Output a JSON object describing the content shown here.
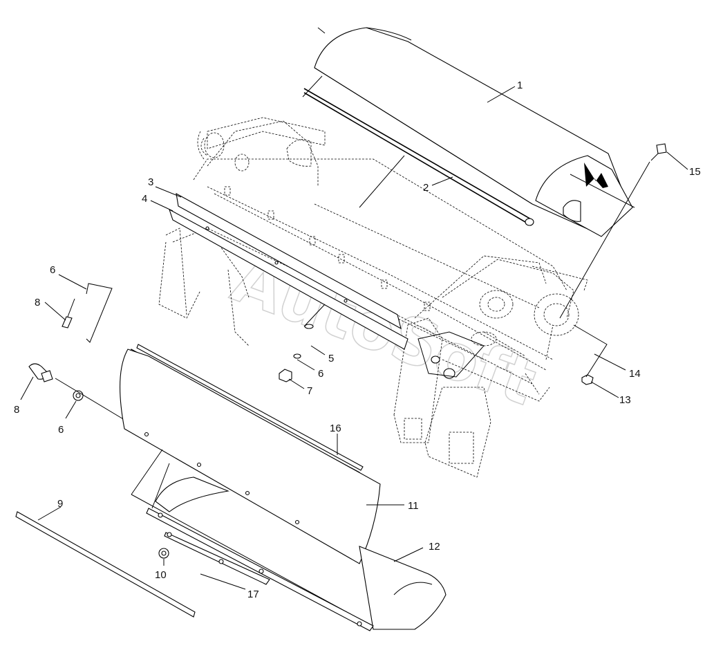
{
  "diagram": {
    "callouts": [
      "1",
      "2",
      "3",
      "4",
      "5",
      "6",
      "7",
      "8",
      "9",
      "10",
      "11",
      "12",
      "13",
      "14",
      "15",
      "16",
      "17"
    ],
    "callout_6_repeats": [
      "6",
      "6",
      "6"
    ],
    "callout_8_repeats": [
      "8",
      "8"
    ],
    "watermark": "AutoSoft"
  }
}
